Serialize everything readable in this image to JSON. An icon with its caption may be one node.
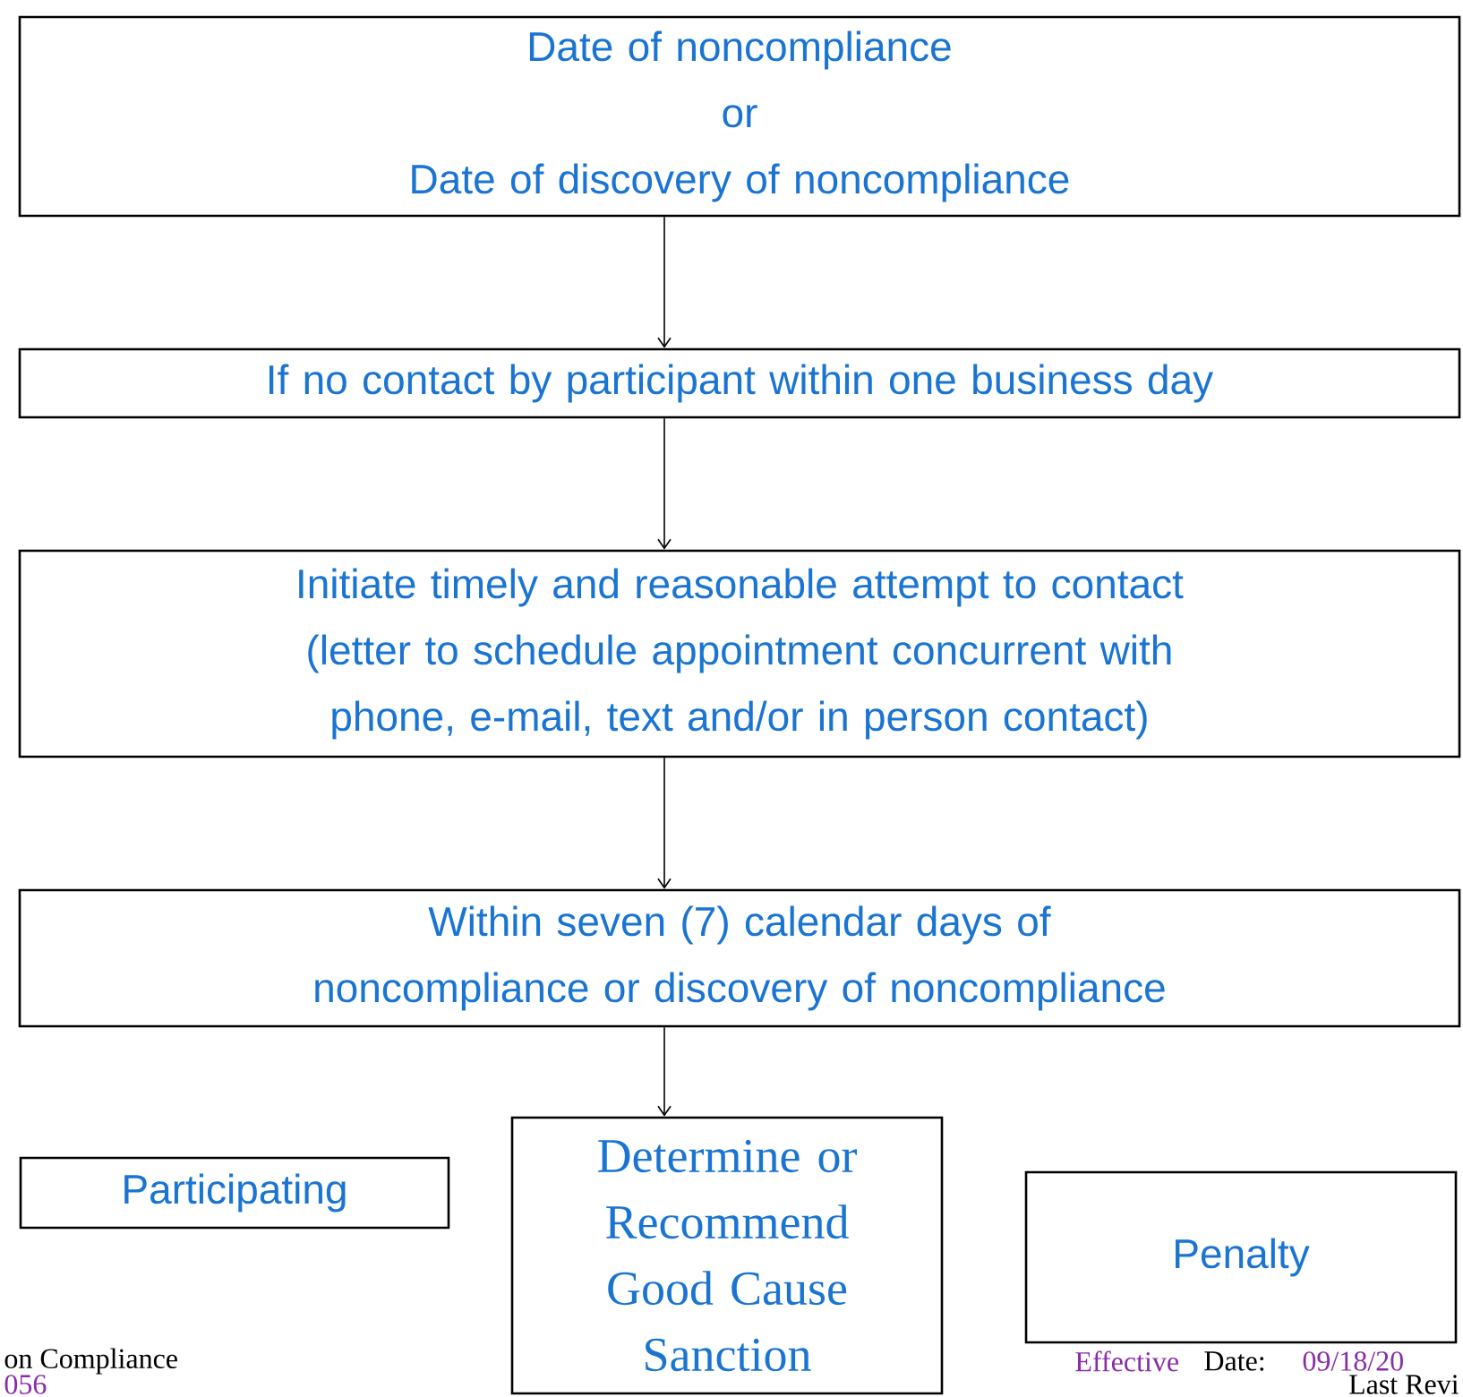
{
  "diagram": {
    "nodes": [
      {
        "text": [
          "Date of noncompliance",
          "or",
          "Date of discovery of noncompliance"
        ]
      },
      {
        "text": [
          "If no contact by participant within one business day"
        ]
      },
      {
        "text": [
          "Initiate timely and reasonable attempt to contact (letter to schedule appointment concurrent with phone, e-mail, text and/or in person contact)"
        ]
      },
      {
        "text": [
          "Within seven (7) calendar days of noncompliance or discovery of noncompliance"
        ]
      },
      {
        "text": [
          "Participating"
        ]
      },
      {
        "text": [
          "Determine or Recommend Good Cause Sanction"
        ]
      },
      {
        "text": [
          "Penalty"
        ]
      }
    ],
    "edges": [
      {
        "from": 0,
        "to": 1,
        "arrow": "to"
      },
      {
        "from": 1,
        "to": 2,
        "arrow": "to"
      },
      {
        "from": 2,
        "to": 3,
        "arrow": "to"
      },
      {
        "from": 3,
        "to": 5,
        "arrow": "to"
      }
    ],
    "labels": [
      "on Compliance",
      "Effective",
      "Date:",
      "09/18/20",
      "056",
      "Last Revi"
    ]
  }
}
